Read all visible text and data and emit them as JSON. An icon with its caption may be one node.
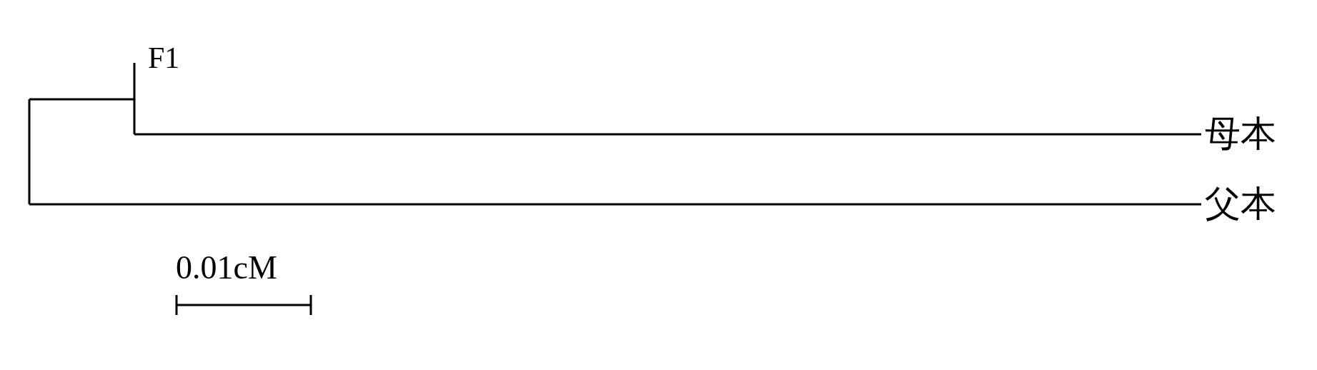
{
  "diagram": {
    "labels": [
      "F1",
      "母本",
      "父本",
      "0.01cM"
    ]
  }
}
